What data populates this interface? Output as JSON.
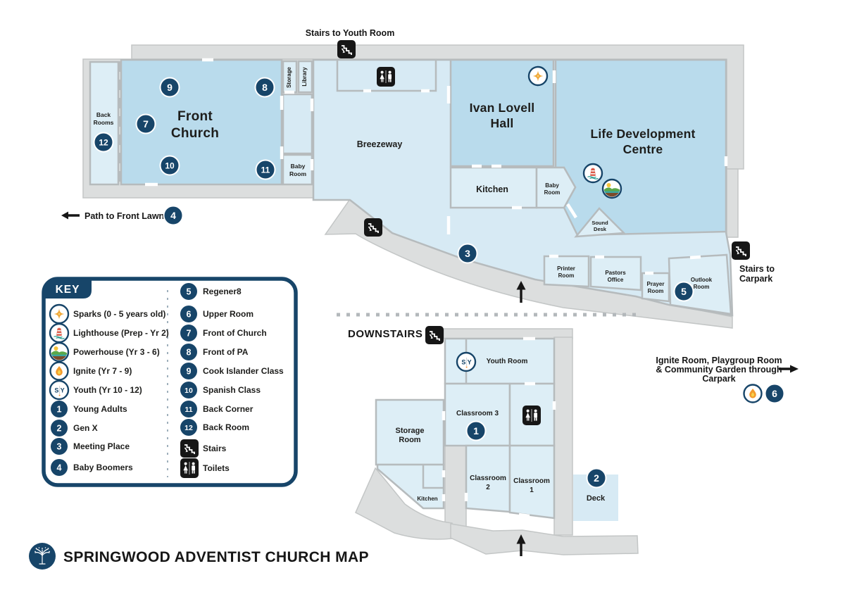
{
  "colors": {
    "navy": "#174569",
    "medium_blue": "#b9dbec",
    "light_blue": "#d7eaf4",
    "pale_blue": "#ddeef6",
    "path_gray": "#dcdede",
    "icon_black": "#161616",
    "flame_orange": "#f39b2d",
    "spark_gold": "#f0a93c"
  },
  "upstairs": {
    "stairs_to_youth_room": "Stairs to Youth Room",
    "path_to_front_lawn": "Path to Front Lawn",
    "stairs_to_carpark": [
      "Stairs to",
      "Carpark"
    ],
    "rooms": {
      "back_rooms": [
        "Back",
        "Rooms"
      ],
      "front_church": [
        "Front",
        "Church"
      ],
      "storage": "Storage",
      "library": "Library",
      "baby_room_left": [
        "Baby",
        "Room"
      ],
      "breezeway": "Breezeway",
      "ivan_lovell_hall": [
        "Ivan Lovell",
        "Hall"
      ],
      "life_development_centre": [
        "Life Development",
        "Centre"
      ],
      "kitchen": "Kitchen",
      "baby_room_right": [
        "Baby",
        "Room"
      ],
      "sound_desk": [
        "Sound",
        "Desk"
      ],
      "printer_room": [
        "Printer",
        "Room"
      ],
      "pastors_office": [
        "Pastors",
        "Office"
      ],
      "prayer_room": [
        "Prayer",
        "Room"
      ],
      "outlook_room": [
        "Outlook",
        "Room"
      ]
    },
    "markers": {
      "3": "3",
      "4": "4",
      "5": "5",
      "7": "7",
      "8": "8",
      "9": "9",
      "10": "10",
      "11": "11",
      "12": "12"
    }
  },
  "downstairs": {
    "title": "DOWNSTAIRS",
    "rooms": {
      "youth_room": "Youth Room",
      "classroom_3": "Classroom 3",
      "classroom_2": [
        "Classroom",
        "2"
      ],
      "classroom_1": [
        "Classroom",
        "1"
      ],
      "storage_room": [
        "Storage",
        "Room"
      ],
      "kitchen": "Kitchen",
      "deck": "Deck"
    },
    "markers": {
      "1": "1",
      "2": "2",
      "6": "6"
    },
    "carpark_note": [
      "Ignite Room, Playgroup Room",
      "& Community Garden through",
      "Carpark"
    ]
  },
  "sy_icon": {
    "s": "S",
    "y": "Y"
  },
  "key": {
    "title": "KEY",
    "items_left": [
      {
        "icon": "sparks-icon",
        "label": "Sparks (0 - 5 years old)"
      },
      {
        "icon": "lighthouse-icon",
        "label": "Lighthouse (Prep - Yr 2)"
      },
      {
        "icon": "powerhouse-icon",
        "label": "Powerhouse (Yr 3 - 6)"
      },
      {
        "icon": "ignite-icon",
        "label": "Ignite (Yr 7 - 9)"
      },
      {
        "icon": "youth-icon",
        "label": "Youth (Yr 10 - 12)"
      },
      {
        "num": "1",
        "label": "Young Adults"
      },
      {
        "num": "2",
        "label": "Gen X"
      },
      {
        "num": "3",
        "label": "Meeting Place"
      },
      {
        "num": "4",
        "label": "Baby Boomers"
      }
    ],
    "items_right": [
      {
        "num": "5",
        "label": "Regener8"
      },
      {
        "num": "6",
        "label": "Upper Room"
      },
      {
        "num": "7",
        "label": "Front of Church"
      },
      {
        "num": "8",
        "label": "Front of PA"
      },
      {
        "num": "9",
        "label": "Cook Islander Class"
      },
      {
        "num": "10",
        "label": "Spanish Class"
      },
      {
        "num": "11",
        "label": "Back Corner"
      },
      {
        "num": "12",
        "label": "Back Room"
      },
      {
        "icon": "stairs-icon",
        "label": "Stairs"
      },
      {
        "icon": "toilets-icon",
        "label": "Toilets"
      }
    ]
  },
  "footer": {
    "title": "SPRINGWOOD ADVENTIST CHURCH MAP"
  }
}
